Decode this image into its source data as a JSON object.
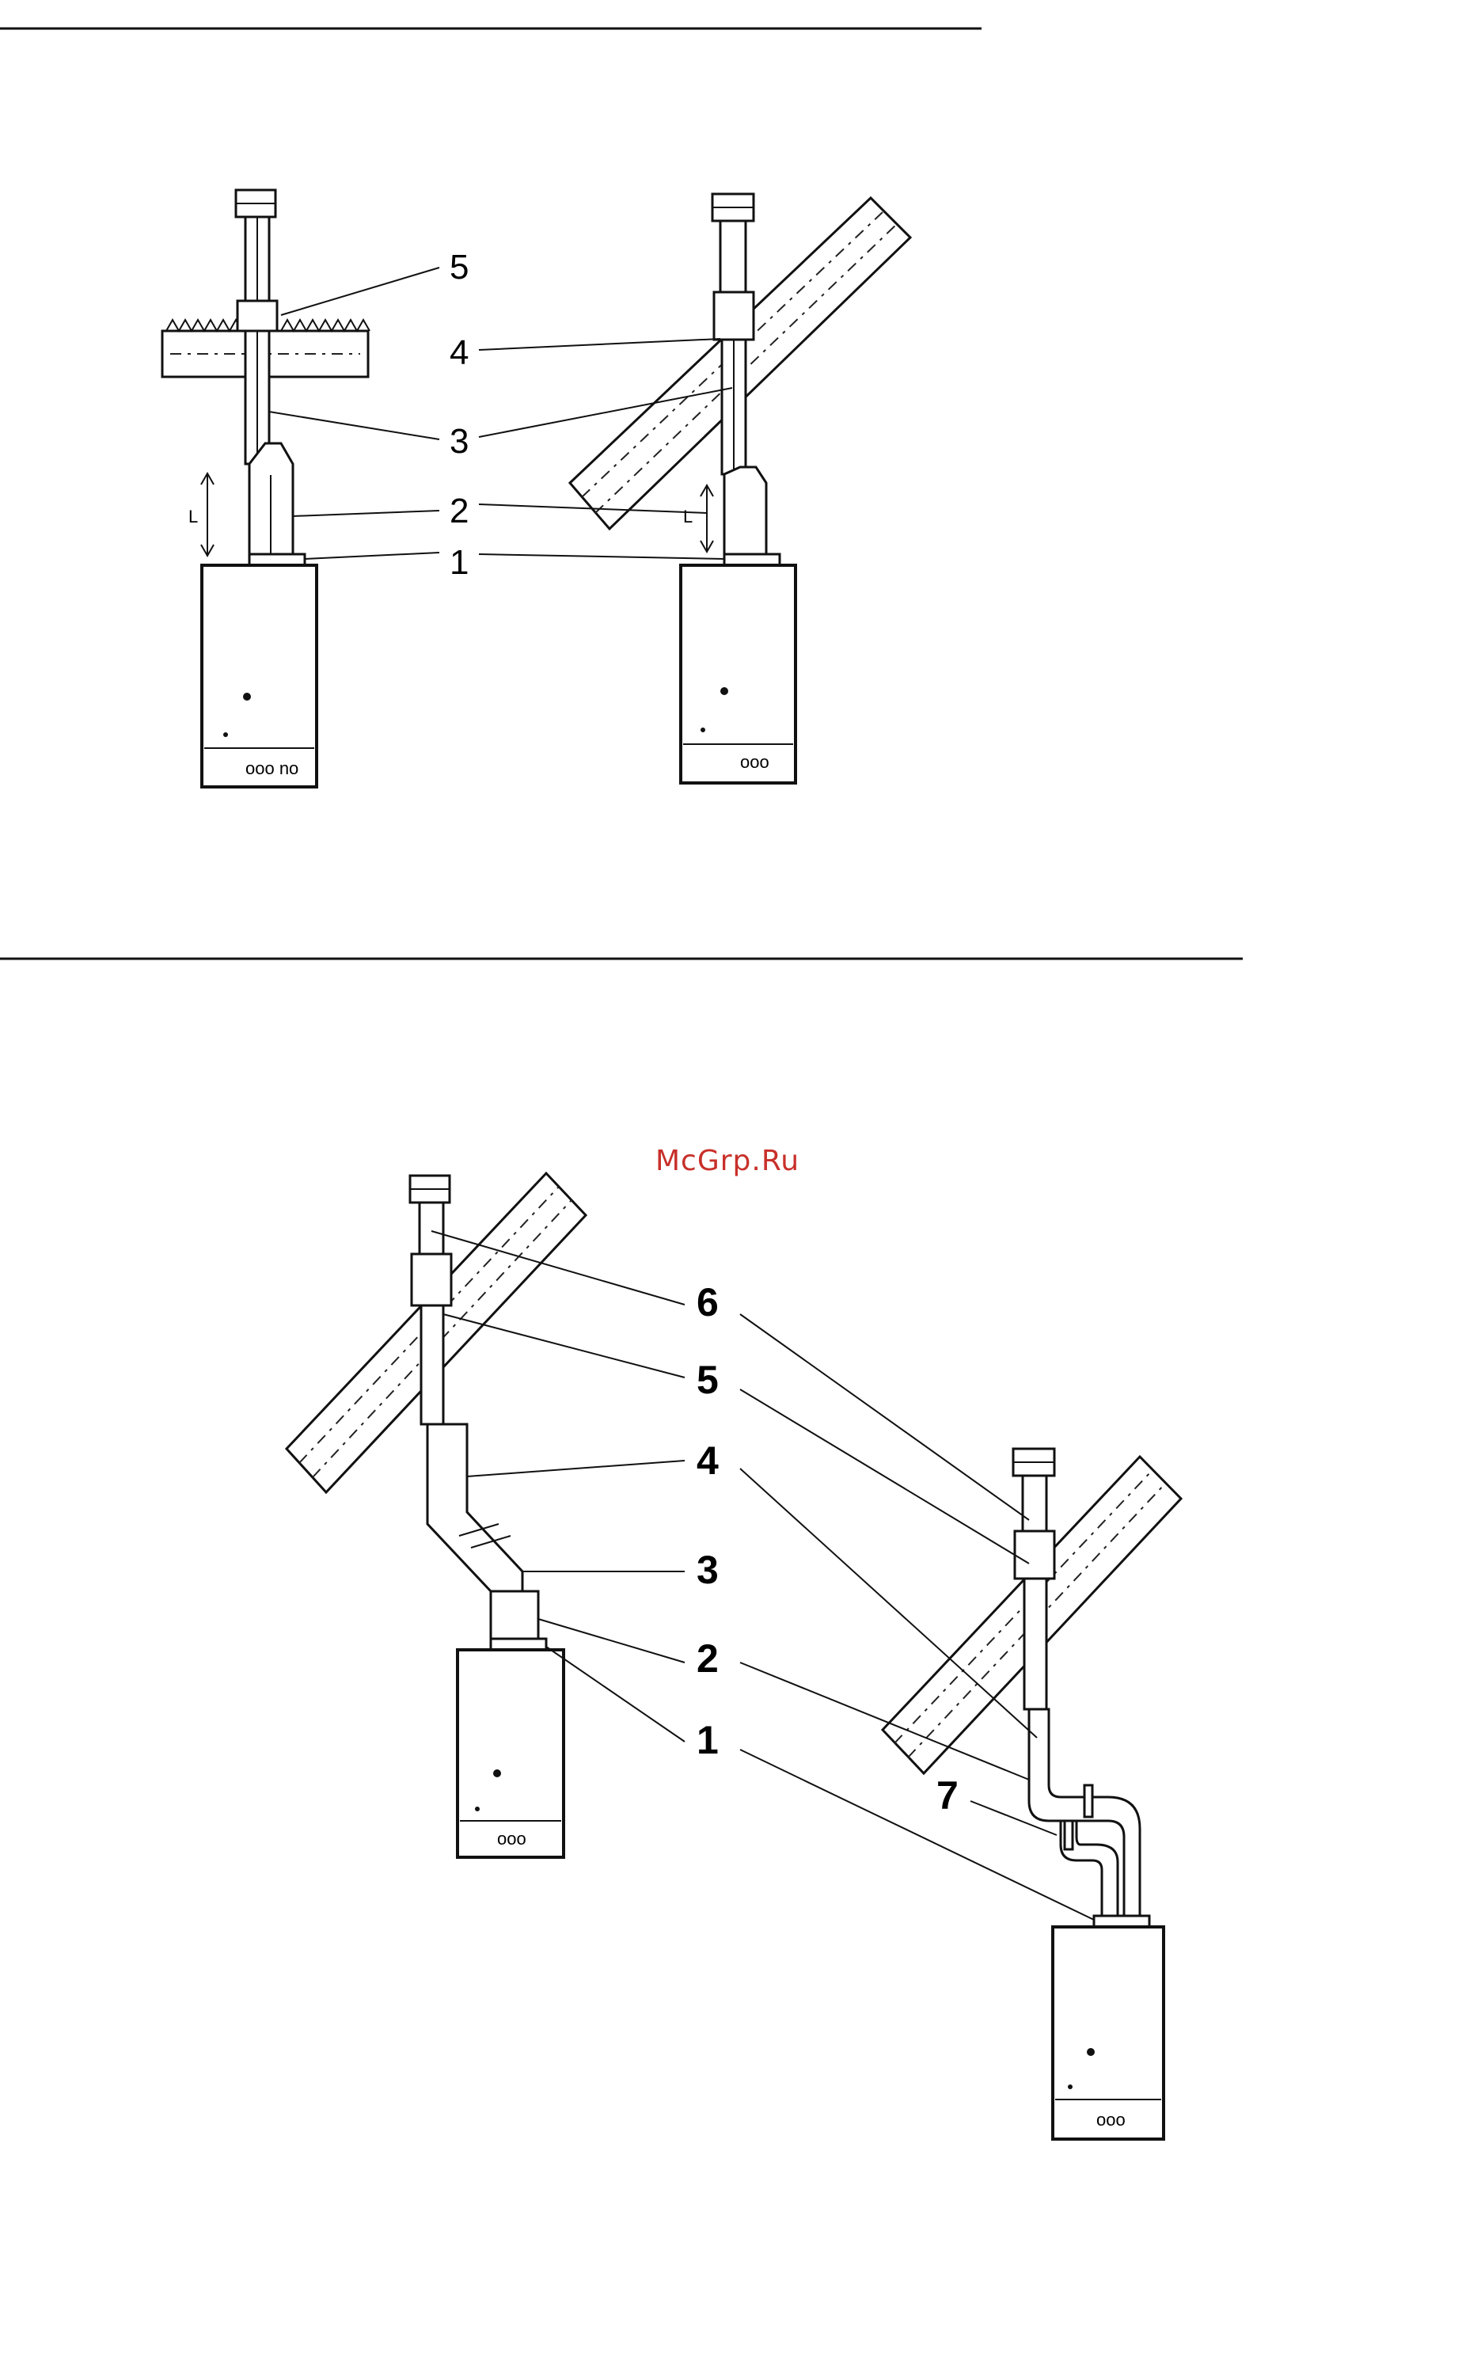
{
  "watermark": "McGrp.Ru",
  "figure_top": {
    "left_labels": [
      "5",
      "4",
      "3",
      "2",
      "1"
    ],
    "dimension_mark": "L"
  },
  "figure_bottom": {
    "labels": [
      "6",
      "5",
      "4",
      "3",
      "2",
      "1",
      "7"
    ]
  }
}
